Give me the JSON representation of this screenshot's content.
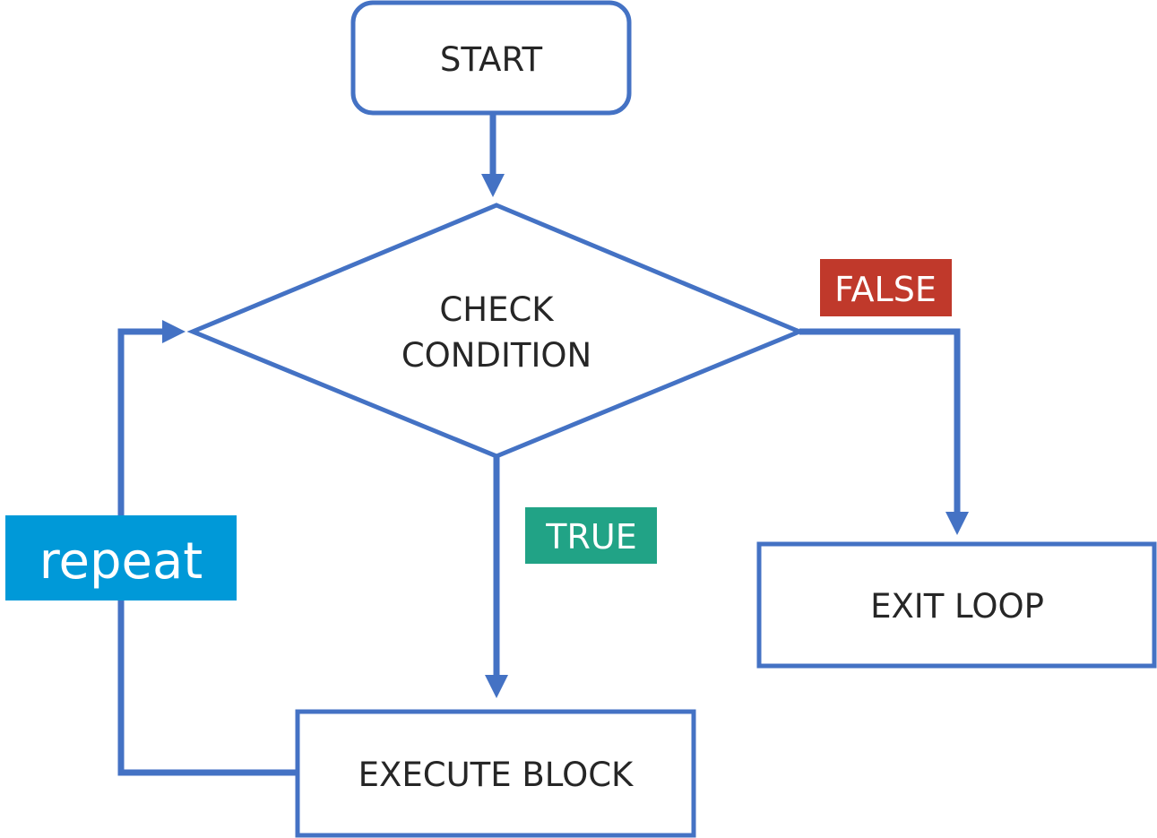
{
  "nodes": {
    "start": {
      "label": "START"
    },
    "condition": {
      "line1": "CHECK",
      "line2": "CONDITION"
    },
    "execute": {
      "label": "EXECUTE BLOCK"
    },
    "exit": {
      "label": "EXIT LOOP"
    }
  },
  "tags": {
    "false": {
      "label": "FALSE",
      "color": "#c0392b"
    },
    "true": {
      "label": "TRUE",
      "color": "#21a386"
    },
    "repeat": {
      "label": "repeat",
      "color": "#0099d8"
    }
  },
  "colors": {
    "line": "#4472c4",
    "text": "#262626"
  }
}
